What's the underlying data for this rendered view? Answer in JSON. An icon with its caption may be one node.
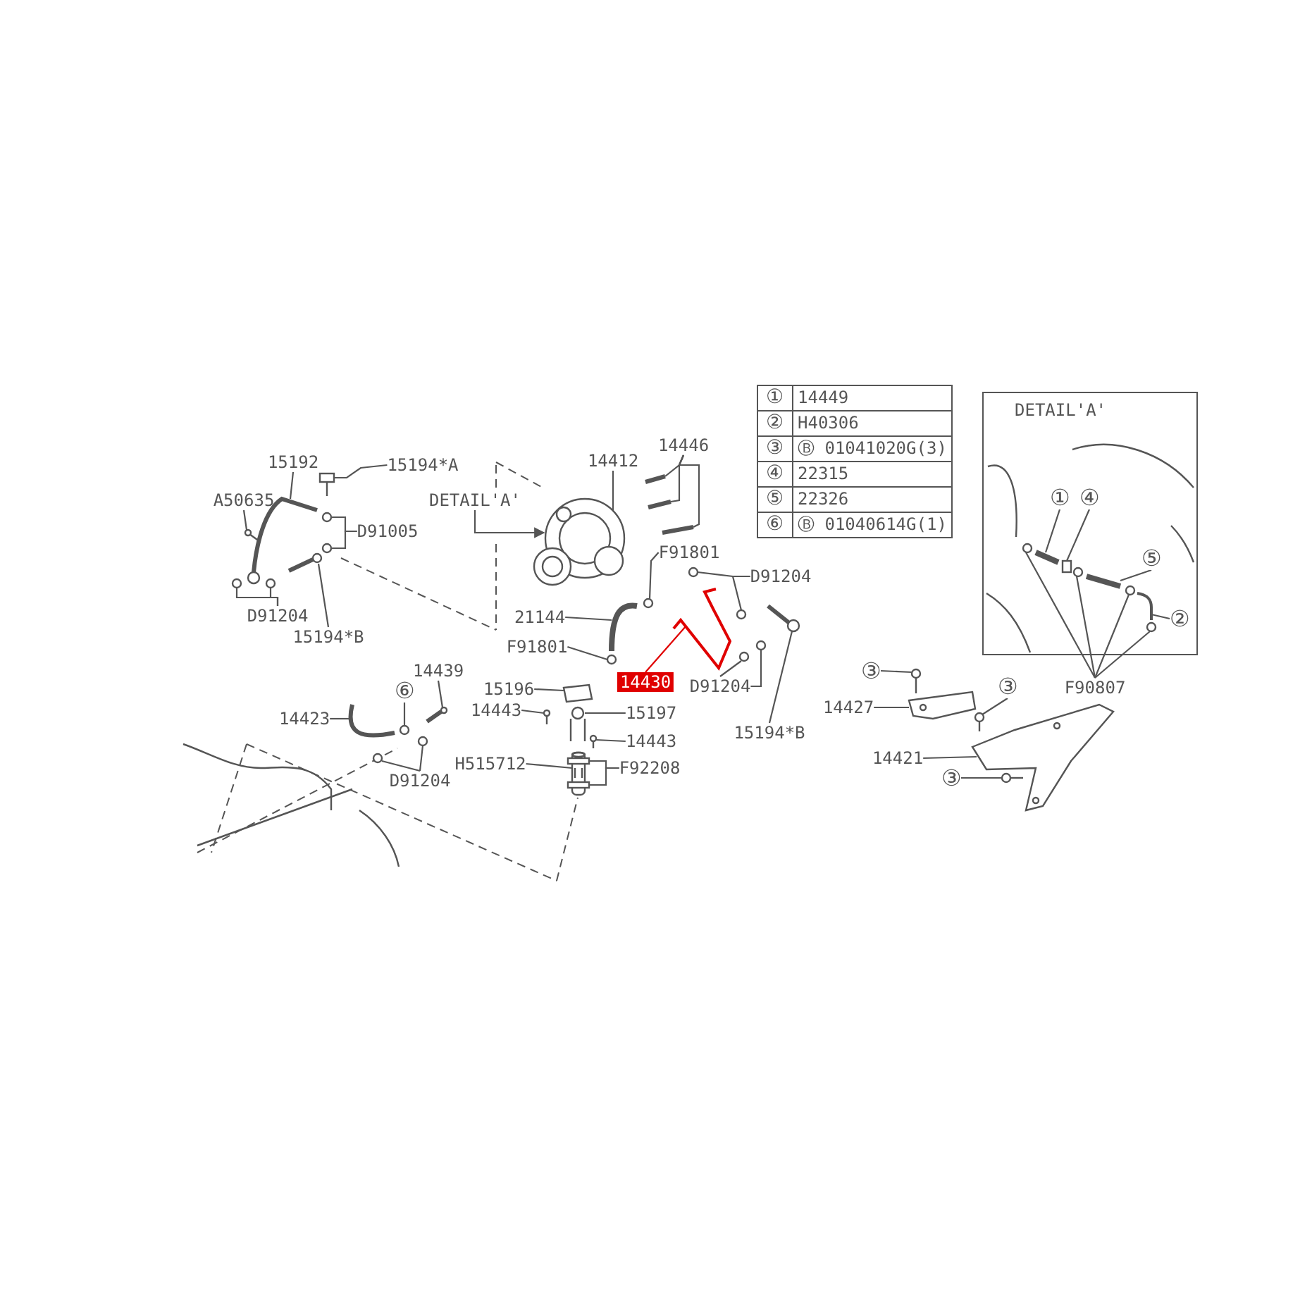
{
  "diagram": {
    "nodes": [
      {
        "text": [
          "15192"
        ]
      },
      {
        "text": [
          "15194*A"
        ]
      },
      {
        "text": [
          "A50635"
        ]
      },
      {
        "text": [
          "D91005"
        ]
      },
      {
        "text": [
          "D91204"
        ]
      },
      {
        "text": [
          "15194*B"
        ]
      },
      {
        "text": [
          "14412"
        ]
      },
      {
        "text": [
          "14446"
        ]
      },
      {
        "text": [
          "DETAIL'A'"
        ]
      },
      {
        "text": [
          "F91801"
        ]
      },
      {
        "text": [
          "D91204"
        ]
      },
      {
        "text": [
          "21144"
        ]
      },
      {
        "text": [
          "F91801"
        ]
      },
      {
        "text": [
          "14430"
        ]
      },
      {
        "text": [
          "D91204"
        ]
      },
      {
        "text": [
          "15194*B"
        ]
      },
      {
        "text": [
          "14439"
        ]
      },
      {
        "text": [
          "⑥"
        ]
      },
      {
        "text": [
          "14423"
        ]
      },
      {
        "text": [
          "D91204"
        ]
      },
      {
        "text": [
          "15196"
        ]
      },
      {
        "text": [
          "14443"
        ]
      },
      {
        "text": [
          "15197"
        ]
      },
      {
        "text": [
          "14443"
        ]
      },
      {
        "text": [
          "H515712"
        ]
      },
      {
        "text": [
          "F92208"
        ]
      },
      {
        "text": [
          "DETAIL'A'"
        ]
      },
      {
        "text": [
          "①"
        ],
        "in": 26
      },
      {
        "text": [
          "④"
        ],
        "in": 26
      },
      {
        "text": [
          "⑤"
        ],
        "in": 26
      },
      {
        "text": [
          "②"
        ],
        "in": 26
      },
      {
        "text": [
          "F90807"
        ]
      },
      {
        "text": [
          "③"
        ]
      },
      {
        "text": [
          "14427"
        ]
      },
      {
        "text": [
          "③"
        ]
      },
      {
        "text": [
          "14421"
        ]
      },
      {
        "text": [
          "③"
        ]
      },
      {
        "text": [],
        "shape": "picture"
      },
      {
        "text": [],
        "shape": "picture"
      },
      {
        "text": [],
        "shape": "picture"
      },
      {
        "text": [],
        "shape": "circle"
      },
      {
        "text": [],
        "shape": "circle"
      },
      {
        "text": [],
        "shape": "circle"
      },
      {
        "text": [],
        "shape": "circle"
      },
      {
        "text": [],
        "shape": "picture"
      },
      {
        "text": [],
        "shape": "picture"
      },
      {
        "text": [],
        "shape": "picture"
      },
      {
        "text": [],
        "shape": "picture"
      },
      {
        "text": [],
        "shape": "picture"
      },
      {
        "text": [],
        "shape": "circle"
      },
      {
        "text": [],
        "shape": "circle"
      },
      {
        "text": [],
        "shape": "circle"
      },
      {
        "text": [],
        "shape": "picture"
      },
      {
        "text": [],
        "shape": "circle"
      },
      {
        "text": [],
        "shape": "picture"
      },
      {
        "text": [],
        "shape": "circle"
      },
      {
        "text": [],
        "shape": "circle"
      },
      {
        "text": [],
        "shape": "picture"
      },
      {
        "text": [],
        "shape": "picture"
      },
      {
        "text": [],
        "shape": "circle"
      },
      {
        "text": [],
        "shape": "picture"
      },
      {
        "text": [],
        "shape": "circle"
      },
      {
        "text": [],
        "shape": "circle"
      },
      {
        "text": [],
        "shape": "picture"
      },
      {
        "text": [],
        "shape": "picture"
      },
      {
        "text": [],
        "shape": "picture"
      },
      {
        "text": [],
        "shape": "picture"
      },
      {
        "text": [],
        "shape": "picture"
      },
      {
        "text": [],
        "shape": "box"
      },
      {
        "text": [],
        "shape": "box"
      },
      {
        "text": [],
        "shape": "picture",
        "in": 26
      },
      {
        "text": [],
        "shape": "box",
        "in": 26
      },
      {
        "text": [],
        "shape": "picture",
        "in": 26
      },
      {
        "text": [],
        "shape": "picture",
        "in": 26
      },
      {
        "text": [],
        "shape": "circle",
        "in": 26
      },
      {
        "text": [],
        "shape": "circle",
        "in": 26
      },
      {
        "text": [],
        "shape": "circle",
        "in": 26
      },
      {
        "text": [],
        "shape": "circle",
        "in": 26
      },
      {
        "text": [],
        "shape": "picture"
      },
      {
        "text": [],
        "shape": "picture"
      },
      {
        "text": [],
        "shape": "picture"
      },
      {
        "text": [],
        "shape": "picture"
      },
      {
        "text": [],
        "shape": "picture"
      }
    ],
    "edges": [
      {
        "from": 0,
        "to": 37,
        "arrow": "none"
      },
      {
        "from": 1,
        "to": 38,
        "arrow": "none"
      },
      {
        "from": 2,
        "to": 39,
        "arrow": "none"
      },
      {
        "from": 3,
        "to": 40,
        "arrow": "none"
      },
      {
        "from": 3,
        "to": 41,
        "arrow": "none"
      },
      {
        "from": 4,
        "to": 42,
        "arrow": "none"
      },
      {
        "from": 4,
        "to": 43,
        "arrow": "none"
      },
      {
        "from": 5,
        "to": 44,
        "arrow": "none"
      },
      {
        "from": 6,
        "to": 45,
        "arrow": "none"
      },
      {
        "from": 7,
        "to": 46,
        "arrow": "none"
      },
      {
        "from": 7,
        "to": 47,
        "arrow": "none"
      },
      {
        "from": 7,
        "to": 48,
        "arrow": "none"
      },
      {
        "from": 8,
        "to": 45,
        "arrow": "to"
      },
      {
        "from": 9,
        "to": 49,
        "arrow": "none"
      },
      {
        "from": 10,
        "to": 50,
        "arrow": "none"
      },
      {
        "from": 10,
        "to": 51,
        "arrow": "none"
      },
      {
        "from": 11,
        "to": 52,
        "arrow": "none"
      },
      {
        "from": 12,
        "to": 53,
        "arrow": "none"
      },
      {
        "from": 13,
        "to": 54,
        "arrow": "none",
        "color": "#e00000"
      },
      {
        "from": 14,
        "to": 55,
        "arrow": "none"
      },
      {
        "from": 14,
        "to": 56,
        "arrow": "none"
      },
      {
        "from": 15,
        "to": 57,
        "arrow": "none"
      },
      {
        "from": 16,
        "to": 58,
        "arrow": "none"
      },
      {
        "from": 17,
        "to": 59,
        "arrow": "none"
      },
      {
        "from": 18,
        "to": 60,
        "arrow": "none"
      },
      {
        "from": 19,
        "to": 61,
        "arrow": "none"
      },
      {
        "from": 19,
        "to": 62,
        "arrow": "none"
      },
      {
        "from": 20,
        "to": 63,
        "arrow": "none"
      },
      {
        "from": 21,
        "to": 64,
        "arrow": "none"
      },
      {
        "from": 22,
        "to": 65,
        "arrow": "none"
      },
      {
        "from": 23,
        "to": 66,
        "arrow": "none"
      },
      {
        "from": 24,
        "to": 67,
        "arrow": "none"
      },
      {
        "from": 25,
        "to": 68,
        "arrow": "none"
      },
      {
        "from": 25,
        "to": 69,
        "arrow": "none"
      },
      {
        "from": 27,
        "to": 70,
        "arrow": "none"
      },
      {
        "from": 28,
        "to": 71,
        "arrow": "none"
      },
      {
        "from": 29,
        "to": 72,
        "arrow": "none"
      },
      {
        "from": 30,
        "to": 73,
        "arrow": "none"
      },
      {
        "from": 31,
        "to": 74,
        "arrow": "none"
      },
      {
        "from": 31,
        "to": 75,
        "arrow": "none"
      },
      {
        "from": 31,
        "to": 76,
        "arrow": "none"
      },
      {
        "from": 31,
        "to": 77,
        "arrow": "none"
      },
      {
        "from": 32,
        "to": 78,
        "arrow": "none"
      },
      {
        "from": 33,
        "to": 79,
        "arrow": "none"
      },
      {
        "from": 34,
        "to": 80,
        "arrow": "none"
      },
      {
        "from": 35,
        "to": 81,
        "arrow": "none"
      },
      {
        "from": 36,
        "to": 82,
        "arrow": "none"
      }
    ],
    "labels": [
      "①",
      "14449",
      "②",
      "H40306",
      "③",
      "Ⓑ 01041020G(3)",
      "④",
      "22315",
      "⑤",
      "22326",
      "⑥",
      "Ⓑ 01040614G(1)"
    ]
  }
}
